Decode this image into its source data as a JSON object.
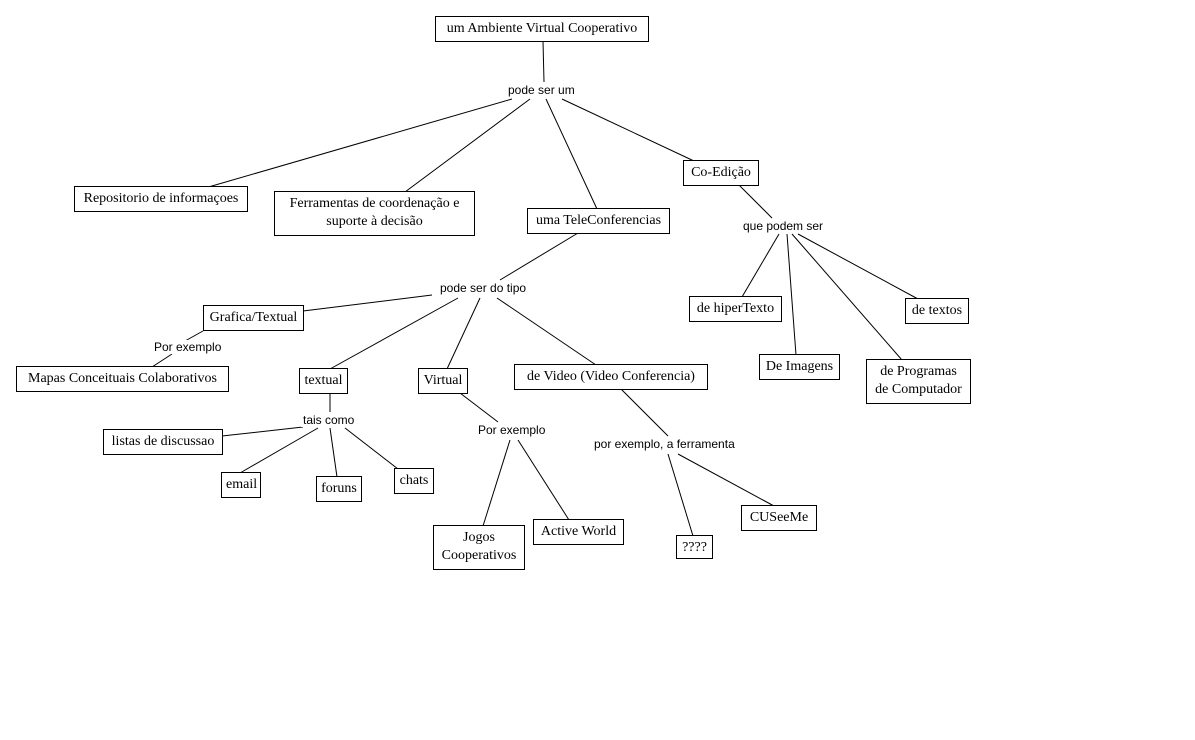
{
  "concepts": {
    "ambiente": {
      "lines": [
        "um Ambiente Virtual Cooperativo"
      ]
    },
    "repositorio": {
      "lines": [
        "Repositorio de informaçoes"
      ]
    },
    "ferramentas": {
      "lines": [
        "Ferramentas de coordenação e",
        "suporte à decisão"
      ]
    },
    "teleconf": {
      "lines": [
        "uma TeleConferencias"
      ]
    },
    "coedicao": {
      "lines": [
        "Co-Edição"
      ]
    },
    "grafica": {
      "lines": [
        "Grafica/Textual"
      ]
    },
    "mapas": {
      "lines": [
        "Mapas Conceituais Colaborativos"
      ]
    },
    "textual": {
      "lines": [
        "textual"
      ]
    },
    "virtual": {
      "lines": [
        "Virtual"
      ]
    },
    "video": {
      "lines": [
        "de Video (Video Conferencia)"
      ]
    },
    "listas": {
      "lines": [
        "listas de discussao"
      ]
    },
    "email": {
      "lines": [
        "email"
      ]
    },
    "foruns": {
      "lines": [
        "foruns"
      ]
    },
    "chats": {
      "lines": [
        "chats"
      ]
    },
    "jogos": {
      "lines": [
        "Jogos",
        "Cooperativos"
      ]
    },
    "activeworld": {
      "lines": [
        "Active World"
      ]
    },
    "interrogacao": {
      "lines": [
        "????"
      ]
    },
    "cuseeme": {
      "lines": [
        "CUSeeMe"
      ]
    },
    "hipertexto": {
      "lines": [
        "de hiperTexto"
      ]
    },
    "imagens": {
      "lines": [
        "De Imagens"
      ]
    },
    "programas": {
      "lines": [
        "de Programas",
        "de Computador"
      ]
    },
    "textos": {
      "lines": [
        "de textos"
      ]
    }
  },
  "links": {
    "pode_ser_um": "pode ser um",
    "que_podem_ser": "que podem ser",
    "pode_ser_do_tipo": "pode ser do tipo",
    "por_exemplo_grafica": "Por exemplo",
    "tais_como": "tais como",
    "por_exemplo_virtual": "Por exemplo",
    "por_exemplo_ferramenta": "por exemplo, a ferramenta"
  }
}
